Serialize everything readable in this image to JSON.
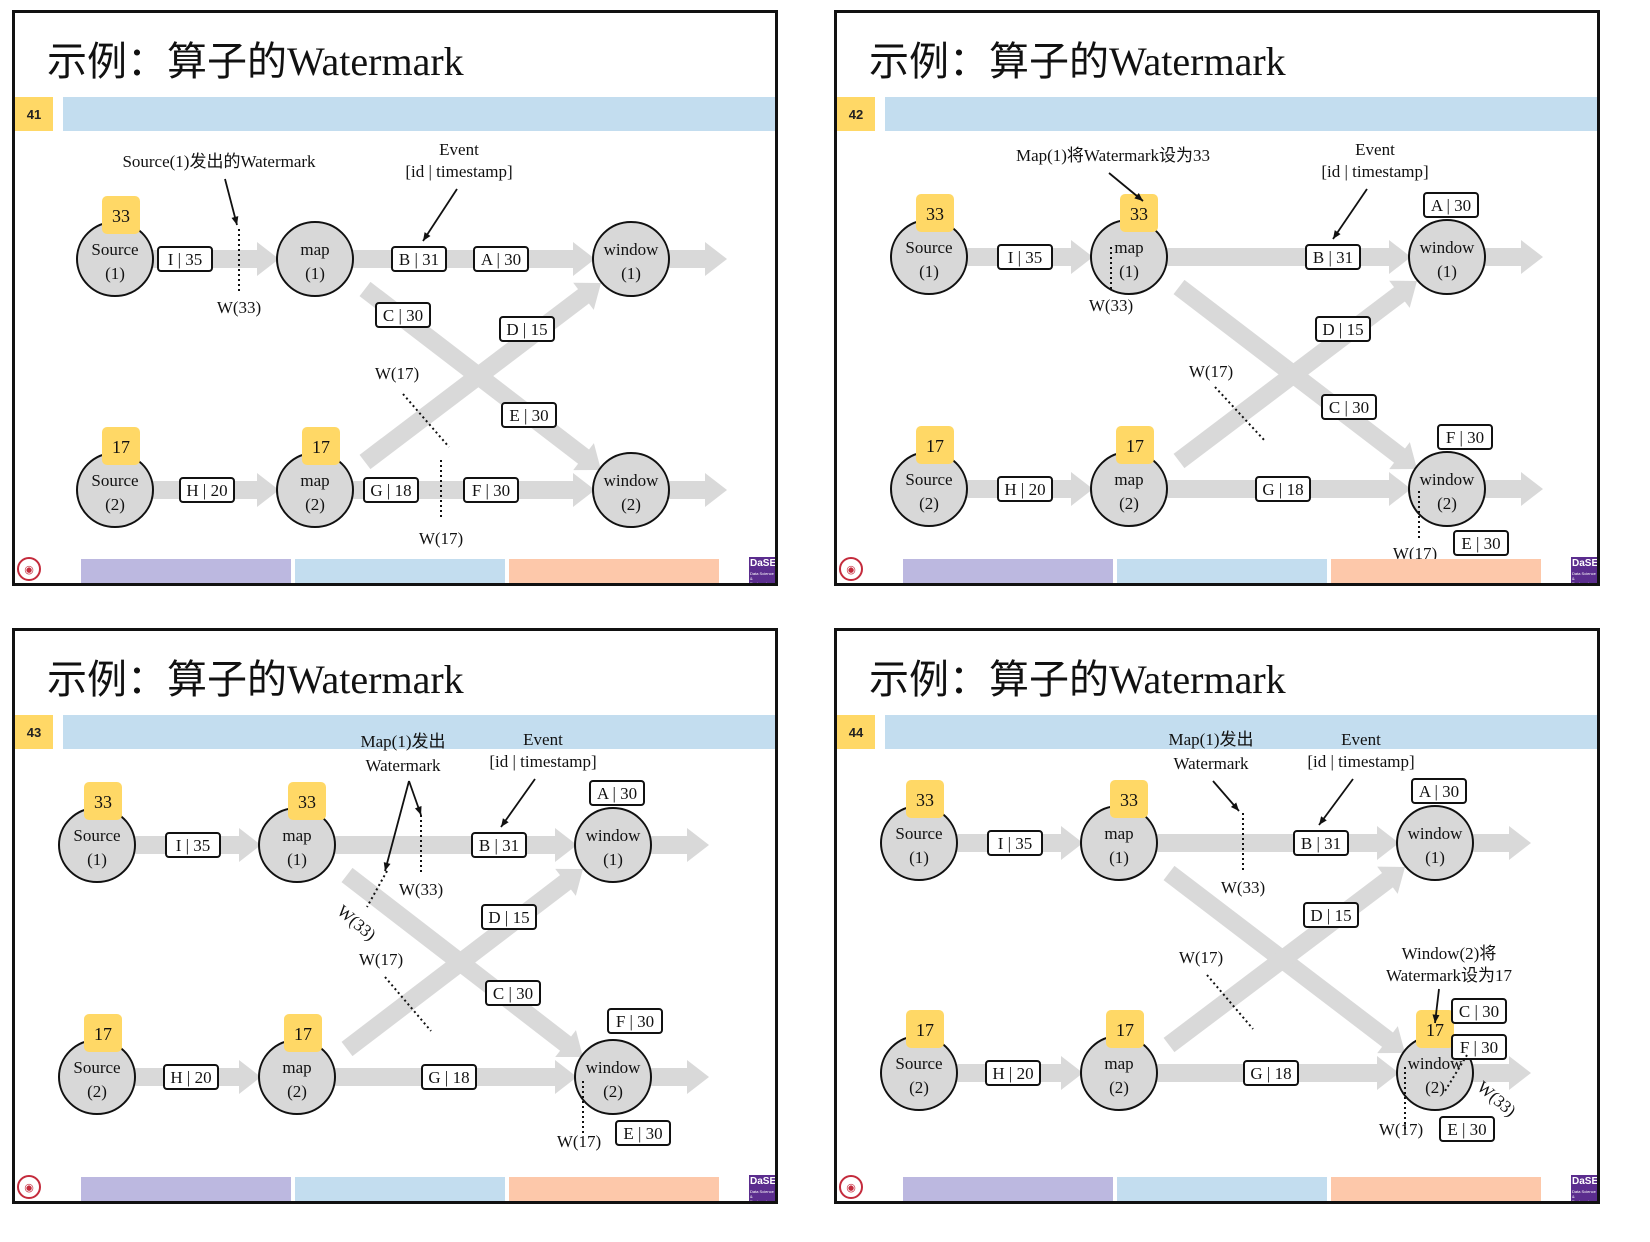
{
  "slides": [
    {
      "page": "41",
      "title_cn": "示例：算子的",
      "title_en": "Watermark",
      "nodes": [
        {
          "id": "src1",
          "line1": "Source",
          "line2": "(1)",
          "badge": "33"
        },
        {
          "id": "map1",
          "line1": "map",
          "line2": "(1)",
          "badge": null
        },
        {
          "id": "win1",
          "line1": "window",
          "line2": "(1)",
          "badge": null
        },
        {
          "id": "src2",
          "line1": "Source",
          "line2": "(2)",
          "badge": "17"
        },
        {
          "id": "map2",
          "line1": "map",
          "line2": "(2)",
          "badge": "17"
        },
        {
          "id": "win2",
          "line1": "window",
          "line2": "(2)",
          "badge": null
        }
      ],
      "events": [
        "I | 35",
        "B | 31",
        "A | 30",
        "C | 30",
        "D | 15",
        "E | 30",
        "H | 20",
        "G | 18",
        "F | 30"
      ],
      "watermarks": [
        "W(33)",
        "W(17)",
        "W(17)"
      ],
      "annotations": [
        "Source(1)发出的Watermark",
        "Event",
        "[id | timestamp]"
      ]
    },
    {
      "page": "42",
      "title_cn": "示例：算子的",
      "title_en": "Watermark",
      "nodes": [
        {
          "id": "src1",
          "line1": "Source",
          "line2": "(1)",
          "badge": "33"
        },
        {
          "id": "map1",
          "line1": "map",
          "line2": "(1)",
          "badge": "33"
        },
        {
          "id": "win1",
          "line1": "window",
          "line2": "(1)",
          "badge": null
        },
        {
          "id": "src2",
          "line1": "Source",
          "line2": "(2)",
          "badge": "17"
        },
        {
          "id": "map2",
          "line1": "map",
          "line2": "(2)",
          "badge": "17"
        },
        {
          "id": "win2",
          "line1": "window",
          "line2": "(2)",
          "badge": null
        }
      ],
      "events": [
        "I | 35",
        "B | 31",
        "A | 30",
        "D | 15",
        "C | 30",
        "F | 30",
        "H | 20",
        "G | 18",
        "E | 30"
      ],
      "watermarks": [
        "W(33)",
        "W(17)",
        "W(17)"
      ],
      "annotations": [
        "Map(1)将Watermark设为33",
        "Event",
        "[id | timestamp]"
      ]
    },
    {
      "page": "43",
      "title_cn": "示例：算子的",
      "title_en": "Watermark",
      "nodes": [
        {
          "id": "src1",
          "line1": "Source",
          "line2": "(1)",
          "badge": "33"
        },
        {
          "id": "map1",
          "line1": "map",
          "line2": "(1)",
          "badge": "33"
        },
        {
          "id": "win1",
          "line1": "window",
          "line2": "(1)",
          "badge": null
        },
        {
          "id": "src2",
          "line1": "Source",
          "line2": "(2)",
          "badge": "17"
        },
        {
          "id": "map2",
          "line1": "map",
          "line2": "(2)",
          "badge": "17"
        },
        {
          "id": "win2",
          "line1": "window",
          "line2": "(2)",
          "badge": null
        }
      ],
      "events": [
        "I | 35",
        "B | 31",
        "A | 30",
        "D | 15",
        "C | 30",
        "F | 30",
        "H | 20",
        "G | 18",
        "E | 30"
      ],
      "watermarks": [
        "W(33)",
        "W(33)",
        "W(17)",
        "W(17)"
      ],
      "annotations": [
        "Map(1)发出",
        "Watermark",
        "Event",
        "[id | timestamp]"
      ]
    },
    {
      "page": "44",
      "title_cn": "示例：算子的",
      "title_en": "Watermark",
      "nodes": [
        {
          "id": "src1",
          "line1": "Source",
          "line2": "(1)",
          "badge": "33"
        },
        {
          "id": "map1",
          "line1": "map",
          "line2": "(1)",
          "badge": "33"
        },
        {
          "id": "win1",
          "line1": "window",
          "line2": "(1)",
          "badge": null
        },
        {
          "id": "src2",
          "line1": "Source",
          "line2": "(2)",
          "badge": "17"
        },
        {
          "id": "map2",
          "line1": "map",
          "line2": "(2)",
          "badge": "17"
        },
        {
          "id": "win2",
          "line1": "window",
          "line2": "(2)",
          "badge": "17"
        }
      ],
      "events": [
        "I | 35",
        "B | 31",
        "A | 30",
        "D | 15",
        "C | 30",
        "F | 30",
        "H | 20",
        "G | 18",
        "E | 30"
      ],
      "watermarks": [
        "W(33)",
        "W(17)",
        "W(33)",
        "W(17)"
      ],
      "annotations": [
        "Map(1)发出",
        "Watermark",
        "Event",
        "[id | timestamp]",
        "Window(2)将",
        "Watermark设为17"
      ]
    }
  ],
  "footer": {
    "dase_logo": "DaSE",
    "dase_sub": "Data Science & Engineering"
  },
  "colors": {
    "badge": "#ffd866",
    "node_fill": "#d8d8d8",
    "arrow": "#d9d9d9",
    "header_bar": "#c3ddef",
    "footer_purple": "#bcb8e0",
    "footer_blue": "#c3ddef",
    "footer_orange": "#fdc8aa"
  }
}
